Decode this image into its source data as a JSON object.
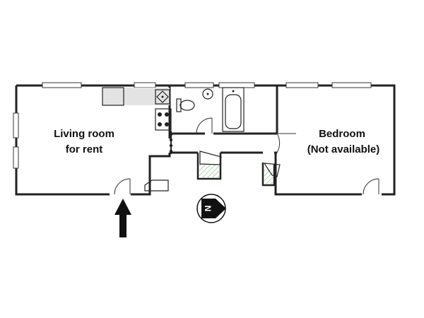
{
  "rooms": {
    "living": {
      "line1": "Living room",
      "line2": "for rent"
    },
    "bedroom": {
      "line1": "Bedroom",
      "line2": "(Not available)"
    }
  },
  "compass": {
    "letter": "N",
    "icon": "north-arrow-icon"
  },
  "entrance": {
    "icon": "entrance-arrow-icon"
  },
  "colors": {
    "wall": "#222222",
    "counter": "#e3e3e3",
    "hatch": "#5aa05a",
    "background": "#ffffff"
  }
}
